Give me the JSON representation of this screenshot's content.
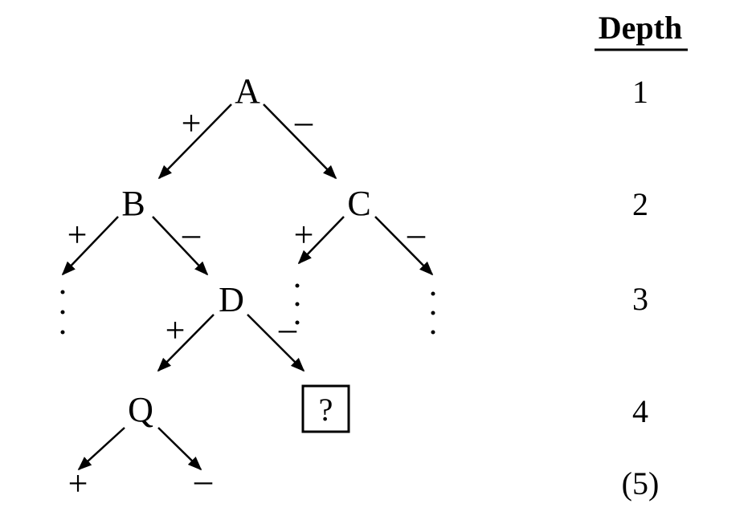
{
  "depth_header": "Depth",
  "depth_levels": [
    "1",
    "2",
    "3",
    "4",
    "(5)"
  ],
  "nodes": {
    "A": "A",
    "B": "B",
    "C": "C",
    "D": "D",
    "Q": "Q"
  },
  "unknown_node": "?",
  "edges": [
    {
      "from": "A",
      "to": "B",
      "sign": "+"
    },
    {
      "from": "A",
      "to": "C",
      "sign": "–"
    },
    {
      "from": "B",
      "to": "B-left-continuation",
      "sign": "+"
    },
    {
      "from": "B",
      "to": "D",
      "sign": "–"
    },
    {
      "from": "C",
      "to": "C-left-continuation",
      "sign": "+"
    },
    {
      "from": "C",
      "to": "C-right-continuation",
      "sign": "–"
    },
    {
      "from": "D",
      "to": "Q",
      "sign": "+"
    },
    {
      "from": "D",
      "to": "?",
      "sign": "–"
    },
    {
      "from": "Q",
      "to": "Q-left-leaf",
      "sign": "+"
    },
    {
      "from": "Q",
      "to": "Q-right-leaf",
      "sign": "–"
    }
  ],
  "continuation_symbol": "⋮",
  "leaf_labels": [
    "+",
    "–"
  ]
}
